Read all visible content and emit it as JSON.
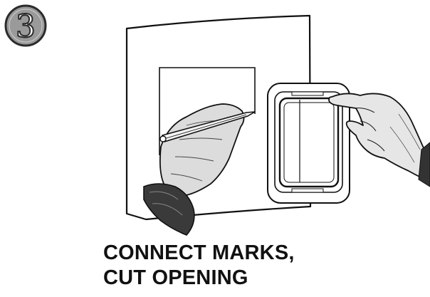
{
  "step": {
    "number": "3",
    "badge_fill": "#9a9a9a",
    "badge_stroke": "#2b2b2b"
  },
  "caption": {
    "line1": "CONNECT MARKS,",
    "line2": "CUT OPENING"
  },
  "colors": {
    "ink": "#111111",
    "paper": "#ffffff"
  },
  "icons": {
    "writing_hand": "writing-hand-icon",
    "pencil": "pencil-icon",
    "holding_hand": "holding-hand-icon",
    "hoop": "embroidery-hoop-icon",
    "fabric": "fabric-sheet-icon"
  }
}
